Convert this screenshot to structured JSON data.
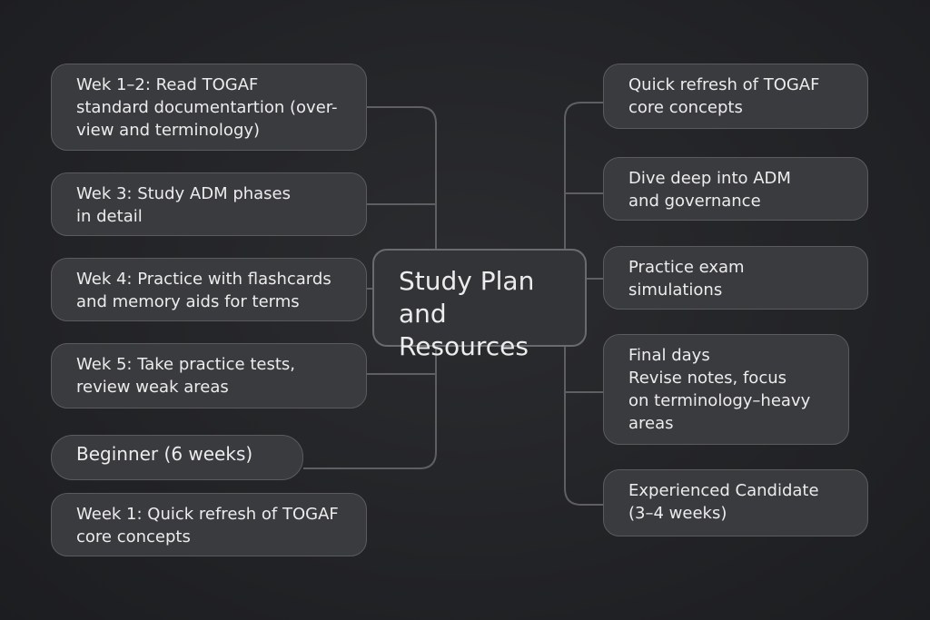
{
  "center": {
    "label": "Study Plan\nand Resources"
  },
  "left_nodes": [
    {
      "id": "week1-2",
      "label": "Wek 1–2: Read TOGAF\nstandard documentartion (over-\nview and terminology)"
    },
    {
      "id": "week3",
      "label": "Wek 3:  Study ADM phases\nin detail"
    },
    {
      "id": "week4",
      "label": "Wek 4: Practice with flashcards\nand memory aids for terms"
    },
    {
      "id": "week5",
      "label": "Wek 5: Take practice tests,\nreview weak areas"
    },
    {
      "id": "beginner",
      "label": "Beginner (6 weeks)"
    },
    {
      "id": "week1",
      "label": "Week 1: Quick refresh of TOGAF\ncore concepts"
    }
  ],
  "right_nodes": [
    {
      "id": "quick-refresh",
      "label": "Quick refresh of TOGAF\ncore concepts"
    },
    {
      "id": "dive-deep",
      "label": "Dive deep into ADM\nand governance"
    },
    {
      "id": "practice-exam",
      "label": "Practice exam\nsimulations"
    },
    {
      "id": "final-days",
      "label": "Final days\nRevise notes, focus\non terminology–heavy\nareas"
    },
    {
      "id": "experienced",
      "label": "Experienced Candidate\n(3–4 weeks)"
    }
  ],
  "colors": {
    "background": "#252629",
    "node_fill": "#3a3b3e",
    "node_border": "#5a5b5f",
    "connector": "#5e5f63",
    "text": "#ececec"
  }
}
